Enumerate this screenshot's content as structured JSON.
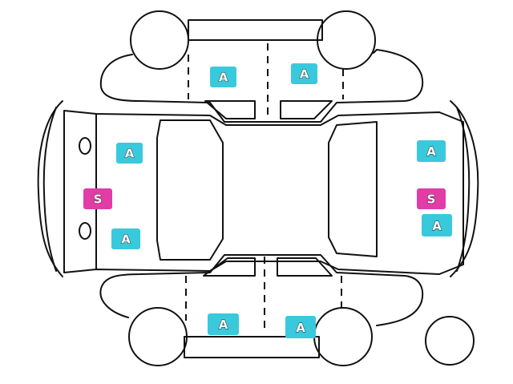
{
  "colors": {
    "a_badge": "#39c9dd",
    "s_badge": "#e23ca7",
    "outline": "#111111",
    "background": "#ffffff"
  },
  "badges": [
    {
      "id": "roof-left-front",
      "label": "A",
      "type": "a"
    },
    {
      "id": "roof-right-front",
      "label": "A",
      "type": "a"
    },
    {
      "id": "hood-top",
      "label": "A",
      "type": "a"
    },
    {
      "id": "front-bumper",
      "label": "S",
      "type": "s"
    },
    {
      "id": "hood-bottom",
      "label": "A",
      "type": "a"
    },
    {
      "id": "trunk-top",
      "label": "A",
      "type": "a"
    },
    {
      "id": "rear-bumper",
      "label": "S",
      "type": "s"
    },
    {
      "id": "rear-quarter",
      "label": "A",
      "type": "a"
    },
    {
      "id": "left-side-front",
      "label": "A",
      "type": "a"
    },
    {
      "id": "left-side-rear",
      "label": "A",
      "type": "a"
    }
  ]
}
